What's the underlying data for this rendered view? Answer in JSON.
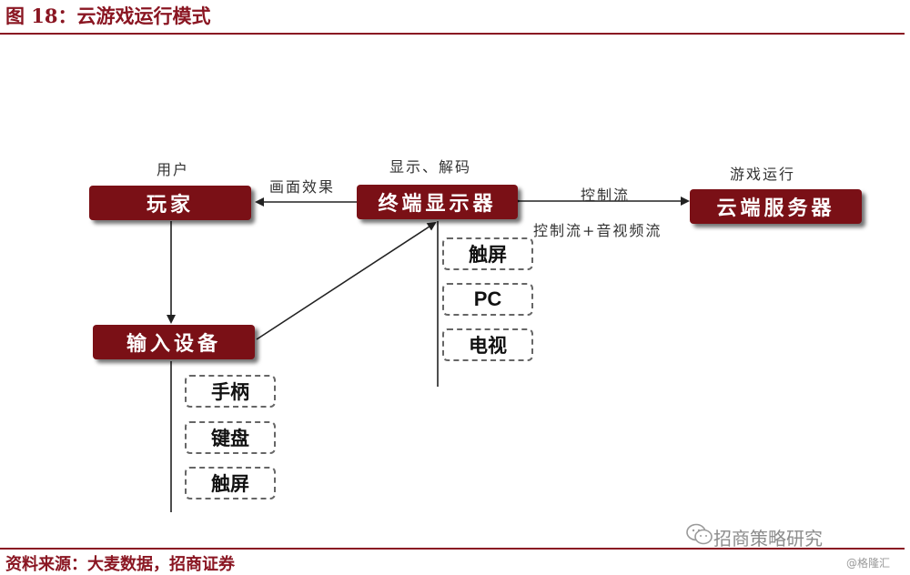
{
  "figure": {
    "title": "图 18：云游戏运行模式",
    "source": "资料来源：大麦数据，招商证券",
    "watermark": "招商策略研究",
    "watermark_small": "@格隆汇"
  },
  "nodes": {
    "player": "玩家",
    "terminal": "终端显示器",
    "cloud_server": "云端服务器",
    "input_device": "输入设备"
  },
  "labels": {
    "user": "用户",
    "display_decode": "显示、解码",
    "game_running": "游戏运行",
    "visual_effect": "画面效果",
    "control_stream": "控制流",
    "control_av_stream": "控制流+音视频流"
  },
  "terminal_devices": [
    "触屏",
    "PC",
    "电视"
  ],
  "input_devices": [
    "手柄",
    "键盘",
    "触屏"
  ],
  "colors": {
    "accent": "#8a1622",
    "box_fill": "#7a1016",
    "dashed_border": "#666666"
  }
}
